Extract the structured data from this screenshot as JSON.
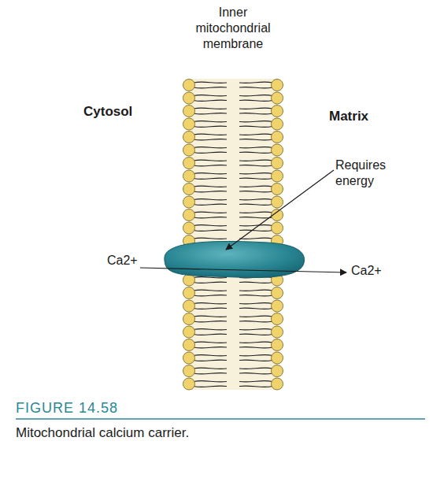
{
  "diagram": {
    "caption": "Mitochondrial calcium carrier.",
    "labels": [
      "Inner mitochondrial membrane",
      "Cytosol",
      "Matrix",
      "Requires energy",
      "Ca2+",
      "Ca2+",
      "FIGURE 14.58"
    ]
  }
}
